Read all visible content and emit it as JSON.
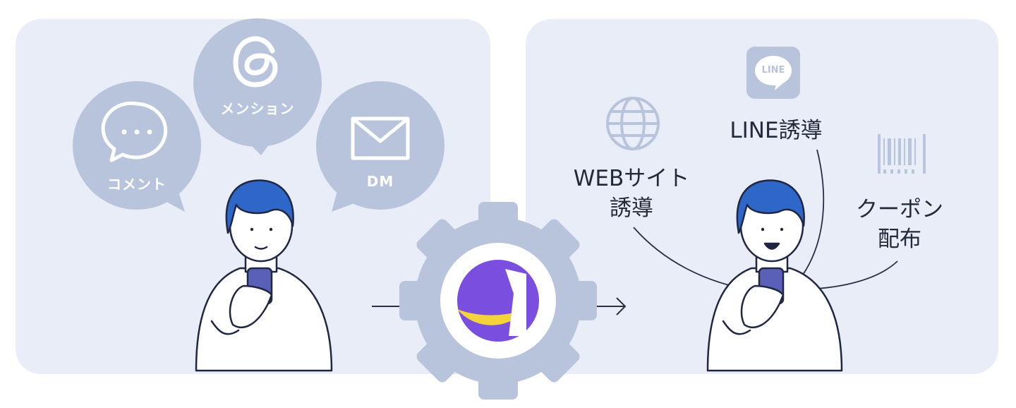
{
  "left": {
    "bubbles": [
      {
        "id": "comment",
        "label": "コメント",
        "icon": "chat-ellipsis-icon"
      },
      {
        "id": "mention",
        "label": "メンション",
        "icon": "threads-icon"
      },
      {
        "id": "dm",
        "label": "DM",
        "icon": "envelope-icon"
      }
    ]
  },
  "center": {
    "icon": "gear-icon",
    "logo": "app-logo"
  },
  "right": {
    "web": {
      "line1": "WEBサイト",
      "line2": "誘導",
      "icon": "globe-icon"
    },
    "line": {
      "label": "LINE誘導",
      "badge": "LINE",
      "icon": "line-app-icon"
    },
    "coupon": {
      "line1": "クーポン",
      "line2": "配布",
      "icon": "barcode-icon"
    }
  },
  "colors": {
    "panel_bg": "#e9edf7",
    "bubble": "#b8c4dc",
    "hair": "#2e67c8",
    "outline": "#1f2743",
    "phone": "#5a60b8",
    "logo_purple": "#7a4fe0",
    "logo_yellow": "#f3d23a"
  }
}
